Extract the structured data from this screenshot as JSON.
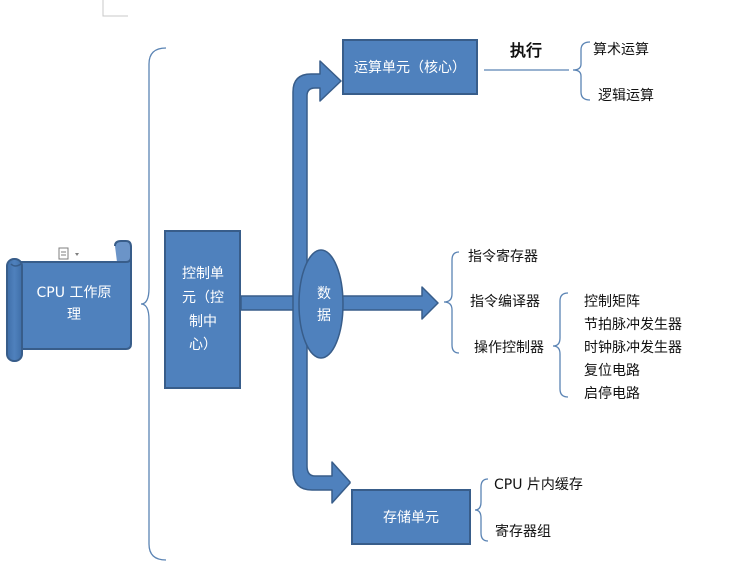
{
  "colors": {
    "box_fill": "#4F81BD",
    "box_stroke": "#385D8A",
    "bracket": "#5B84B4",
    "text": "#111111"
  },
  "root": {
    "line1": "CPU 工作原",
    "line2": "理"
  },
  "control": {
    "lines": [
      "控制单",
      "元（控",
      "制中",
      "心）"
    ]
  },
  "data_node": {
    "char1": "数",
    "char2": "据"
  },
  "alu": {
    "label": "运算单元（核心）",
    "action": "执行",
    "children": [
      "算术运算",
      "逻辑运算"
    ]
  },
  "registers": [
    "指令寄存器",
    "指令编译器",
    "操作控制器"
  ],
  "operation_controller_children": [
    "控制矩阵",
    "节拍脉冲发生器",
    "时钟脉冲发生器",
    "复位电路",
    "启停电路"
  ],
  "storage": {
    "label": "存储单元",
    "children": [
      "CPU 片内缓存",
      "寄存器组"
    ]
  }
}
